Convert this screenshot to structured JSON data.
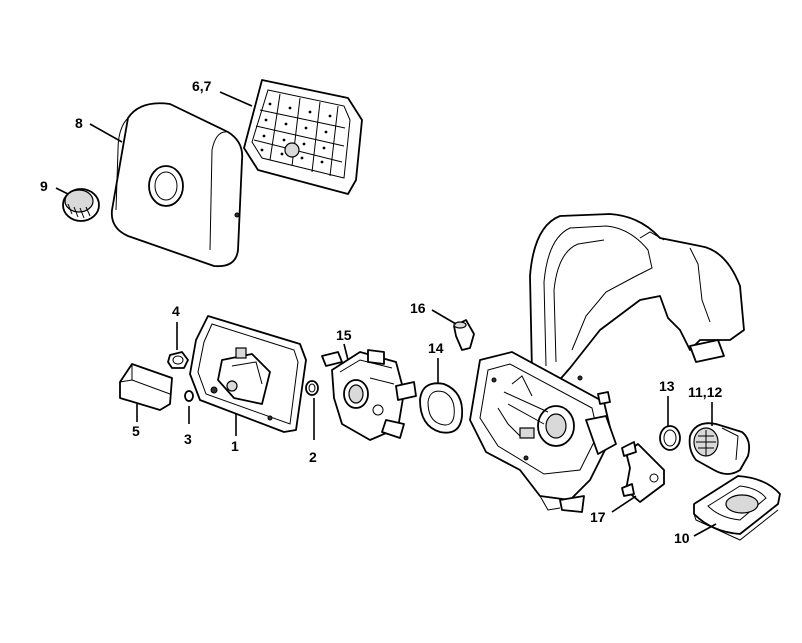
{
  "labels": {
    "p67": "6,7",
    "p8": "8",
    "p9": "9",
    "p4": "4",
    "p5": "5",
    "p3": "3",
    "p1": "1",
    "p2": "2",
    "p15": "15",
    "p16": "16",
    "p14": "14",
    "p13": "13",
    "p1112": "11,12",
    "p17": "17",
    "p10": "10"
  }
}
